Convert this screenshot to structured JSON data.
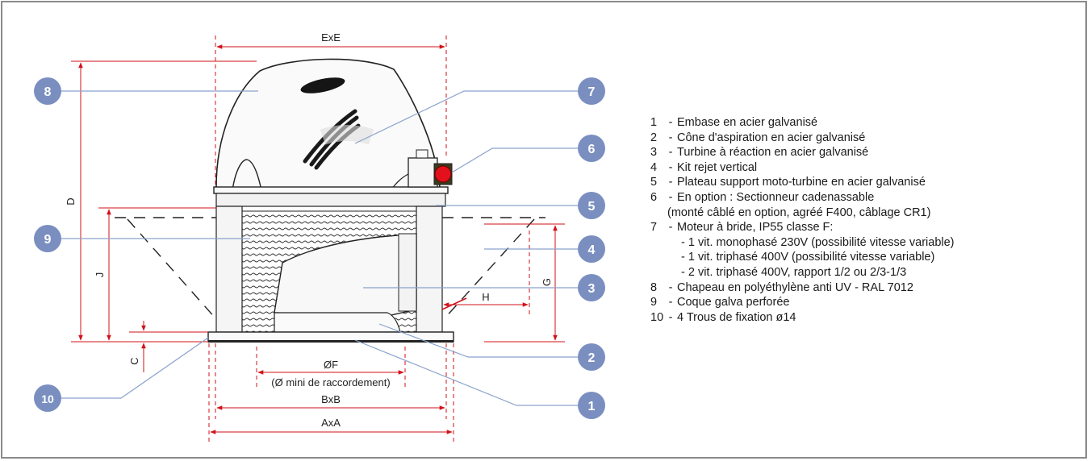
{
  "dimensions": {
    "exe": "ExE",
    "d": "D",
    "j": "J",
    "c": "C",
    "g": "G",
    "h": "H",
    "of": "ØF",
    "of_note": "(Ø mini de raccordement)",
    "bxb": "BxB",
    "axa": "AxA"
  },
  "callouts": {
    "c1": "1",
    "c2": "2",
    "c3": "3",
    "c4": "4",
    "c5": "5",
    "c6": "6",
    "c7": "7",
    "c8": "8",
    "c9": "9",
    "c10": "10"
  },
  "legend": [
    {
      "num": "1",
      "text": "Embase en acier galvanisé"
    },
    {
      "num": "2",
      "text": "Cône d'aspiration en acier galvanisé"
    },
    {
      "num": "3",
      "text": "Turbine à réaction en acier galvanisé"
    },
    {
      "num": "4",
      "text": "Kit rejet vertical"
    },
    {
      "num": "5",
      "text": "Plateau support moto-turbine en acier galvanisé"
    },
    {
      "num": "6",
      "text": "En option : Sectionneur cadenassable",
      "cont": "(monté câblé en option, agréé F400, câblage CR1)"
    },
    {
      "num": "7",
      "text": "Moteur à bride, IP55 classe F:",
      "subs": [
        "- 1 vit. monophasé 230V (possibilité vitesse variable)",
        "- 1 vit. triphasé 400V (possibilité vitesse variable)",
        "- 2 vit. triphasé 400V, rapport 1/2 ou 2/3-1/3"
      ]
    },
    {
      "num": "8",
      "text": "Chapeau en polyéthylène anti UV - RAL 7012"
    },
    {
      "num": "9",
      "text": "Coque galva perforée"
    },
    {
      "num": "10",
      "text": "4 Trous de fixation ø14"
    }
  ],
  "colors": {
    "callout_fill": "#7a8fc0",
    "leader_line": "#8aa2cc",
    "dimension_red": "#d2121a",
    "outline": "#222222",
    "button_red": "#e3111b"
  }
}
